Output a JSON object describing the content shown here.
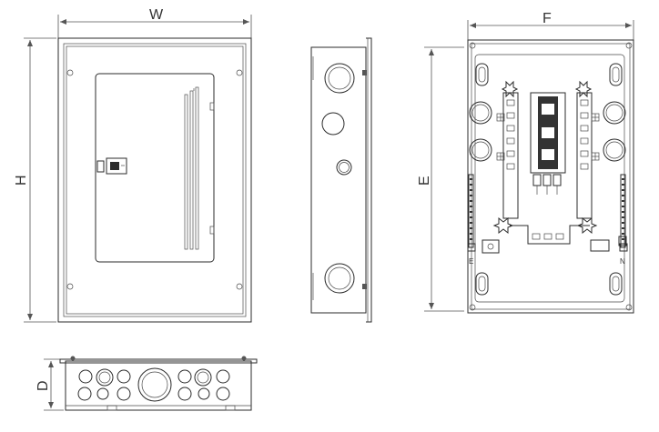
{
  "dimensions": {
    "width_label": "W",
    "height_label": "H",
    "depth_label": "D",
    "back_width_label": "F",
    "back_height_label": "E"
  },
  "back_view": {
    "earth_label": "E",
    "neutral_label": "N"
  },
  "colors": {
    "line": "#2b2b2b",
    "background": "#ffffff"
  }
}
